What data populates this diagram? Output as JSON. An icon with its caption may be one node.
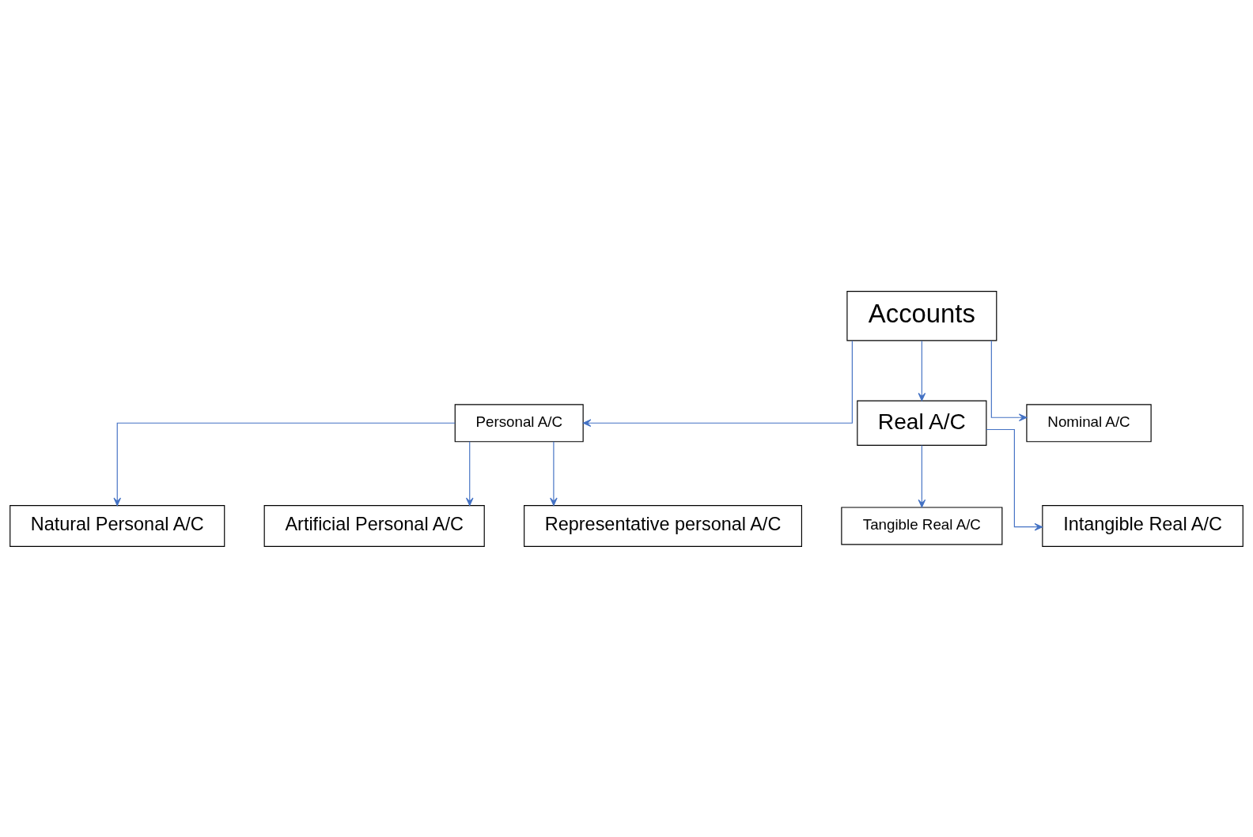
{
  "diagram": {
    "nodes": [
      {
        "text": [
          "Accounts"
        ]
      },
      {
        "text": [
          "Personal A/C"
        ]
      },
      {
        "text": [
          "Real A/C"
        ]
      },
      {
        "text": [
          "Nominal A/C"
        ]
      },
      {
        "text": [
          "Natural Personal A/C"
        ]
      },
      {
        "text": [
          "Artificial Personal A/C"
        ]
      },
      {
        "text": [
          "Representative personal A/C"
        ]
      },
      {
        "text": [
          "Tangible Real A/C"
        ]
      },
      {
        "text": [
          "Intangible Real A/C"
        ]
      }
    ],
    "edges": [
      {
        "from": 0,
        "to": 1,
        "arrow": "to"
      },
      {
        "from": 0,
        "to": 2,
        "arrow": "to"
      },
      {
        "from": 0,
        "to": 3,
        "arrow": "to"
      },
      {
        "from": 1,
        "to": 4,
        "arrow": "to"
      },
      {
        "from": 1,
        "to": 5,
        "arrow": "to"
      },
      {
        "from": 1,
        "to": 6,
        "arrow": "to"
      },
      {
        "from": 2,
        "to": 7,
        "arrow": "to"
      },
      {
        "from": 2,
        "to": 8,
        "arrow": "to"
      }
    ]
  }
}
